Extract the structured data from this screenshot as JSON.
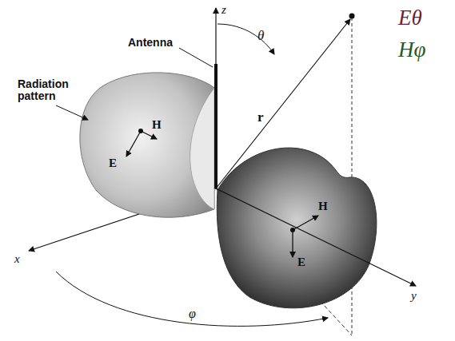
{
  "diagram": {
    "labels": [
      "z",
      "θ",
      "Antenna",
      "Radiation pattern",
      "r",
      "H",
      "E",
      "H",
      "E",
      "x",
      "y",
      "φ",
      "Eθ",
      "Hφ"
    ]
  }
}
